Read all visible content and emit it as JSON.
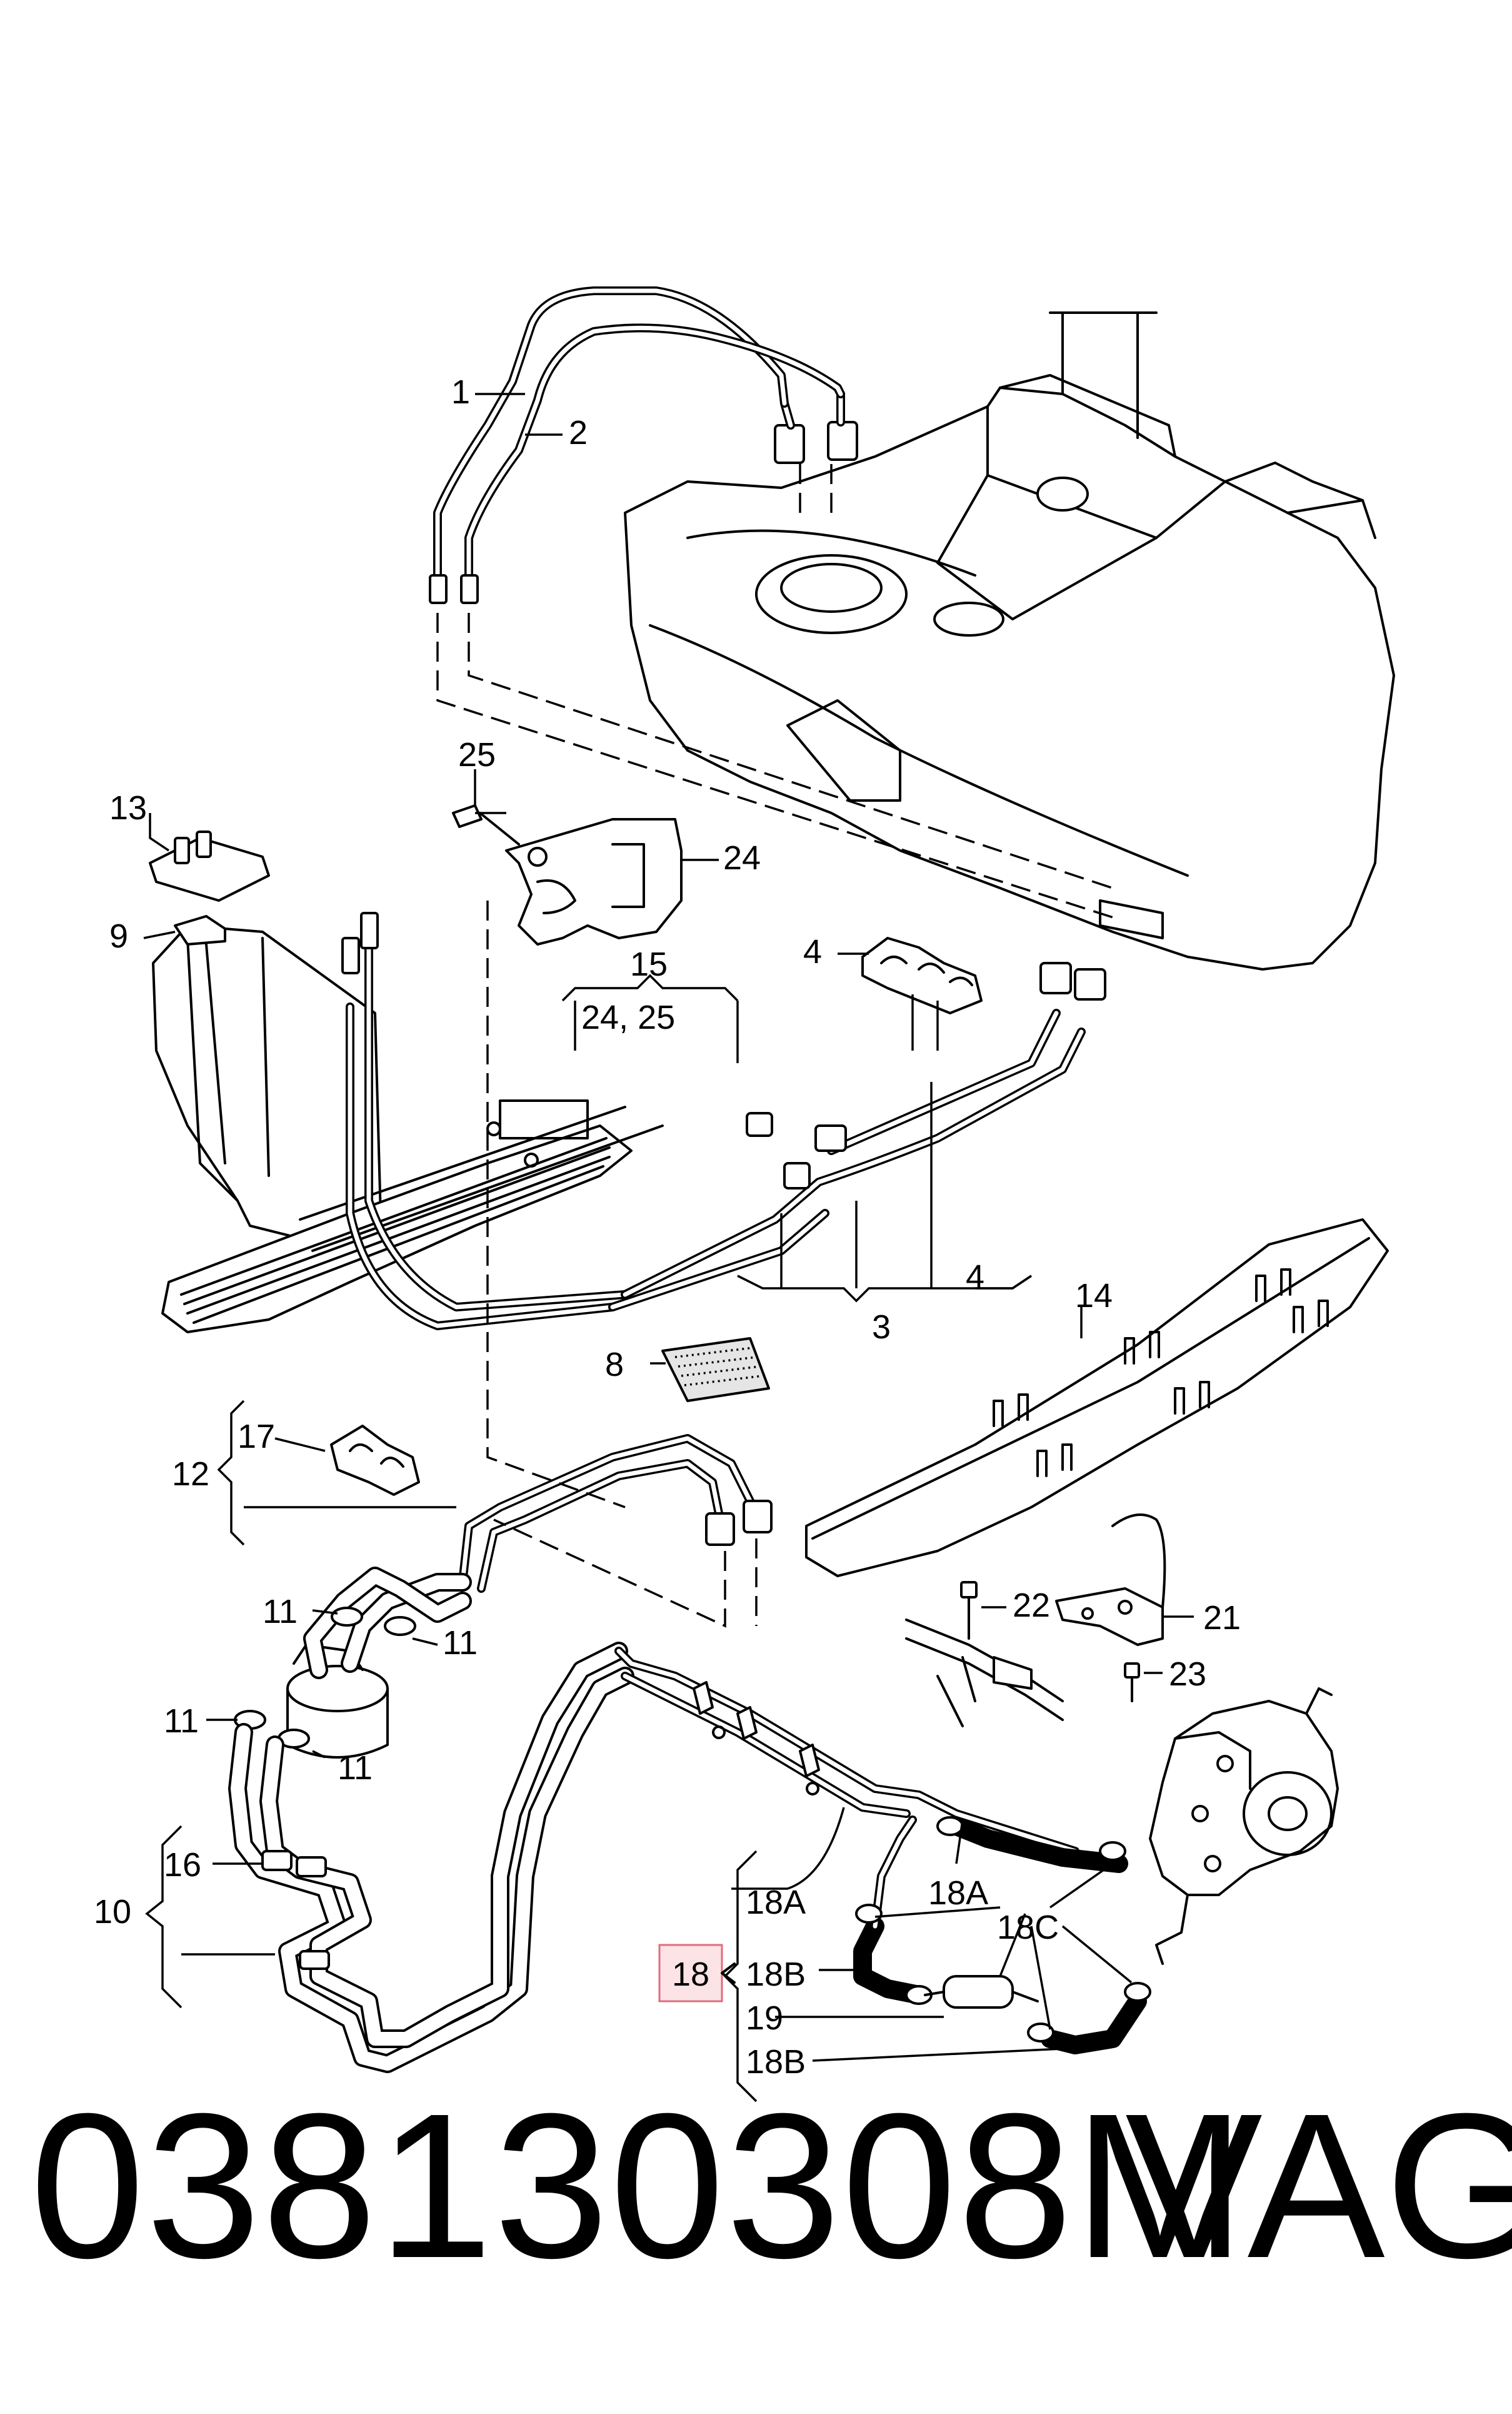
{
  "callouts": {
    "c1": "1",
    "c2": "2",
    "c3": "3",
    "c4a": "4",
    "c4b": "4",
    "c8": "8",
    "c9": "9",
    "c10": "10",
    "c11a": "11",
    "c11b": "11",
    "c11c": "11",
    "c11d": "11",
    "c12": "12",
    "c13": "13",
    "c14": "14",
    "c15": "15",
    "c15sub": "24, 25",
    "c16": "16",
    "c17": "17",
    "c18": "18",
    "c18a_1": "18A",
    "c18a_2": "18A",
    "c18b_1": "18B",
    "c18b_2": "18B",
    "c18c": "18C",
    "c19": "19",
    "c21": "21",
    "c22": "22",
    "c23": "23",
    "c24": "24",
    "c25": "25"
  },
  "highlighted_callout": "18",
  "colors": {
    "line": "#000000",
    "highlight_fill": "#fbe3e6",
    "highlight_border": "#e06c7d"
  },
  "footer": {
    "part_number": "038130308M",
    "brand": "VAG"
  }
}
